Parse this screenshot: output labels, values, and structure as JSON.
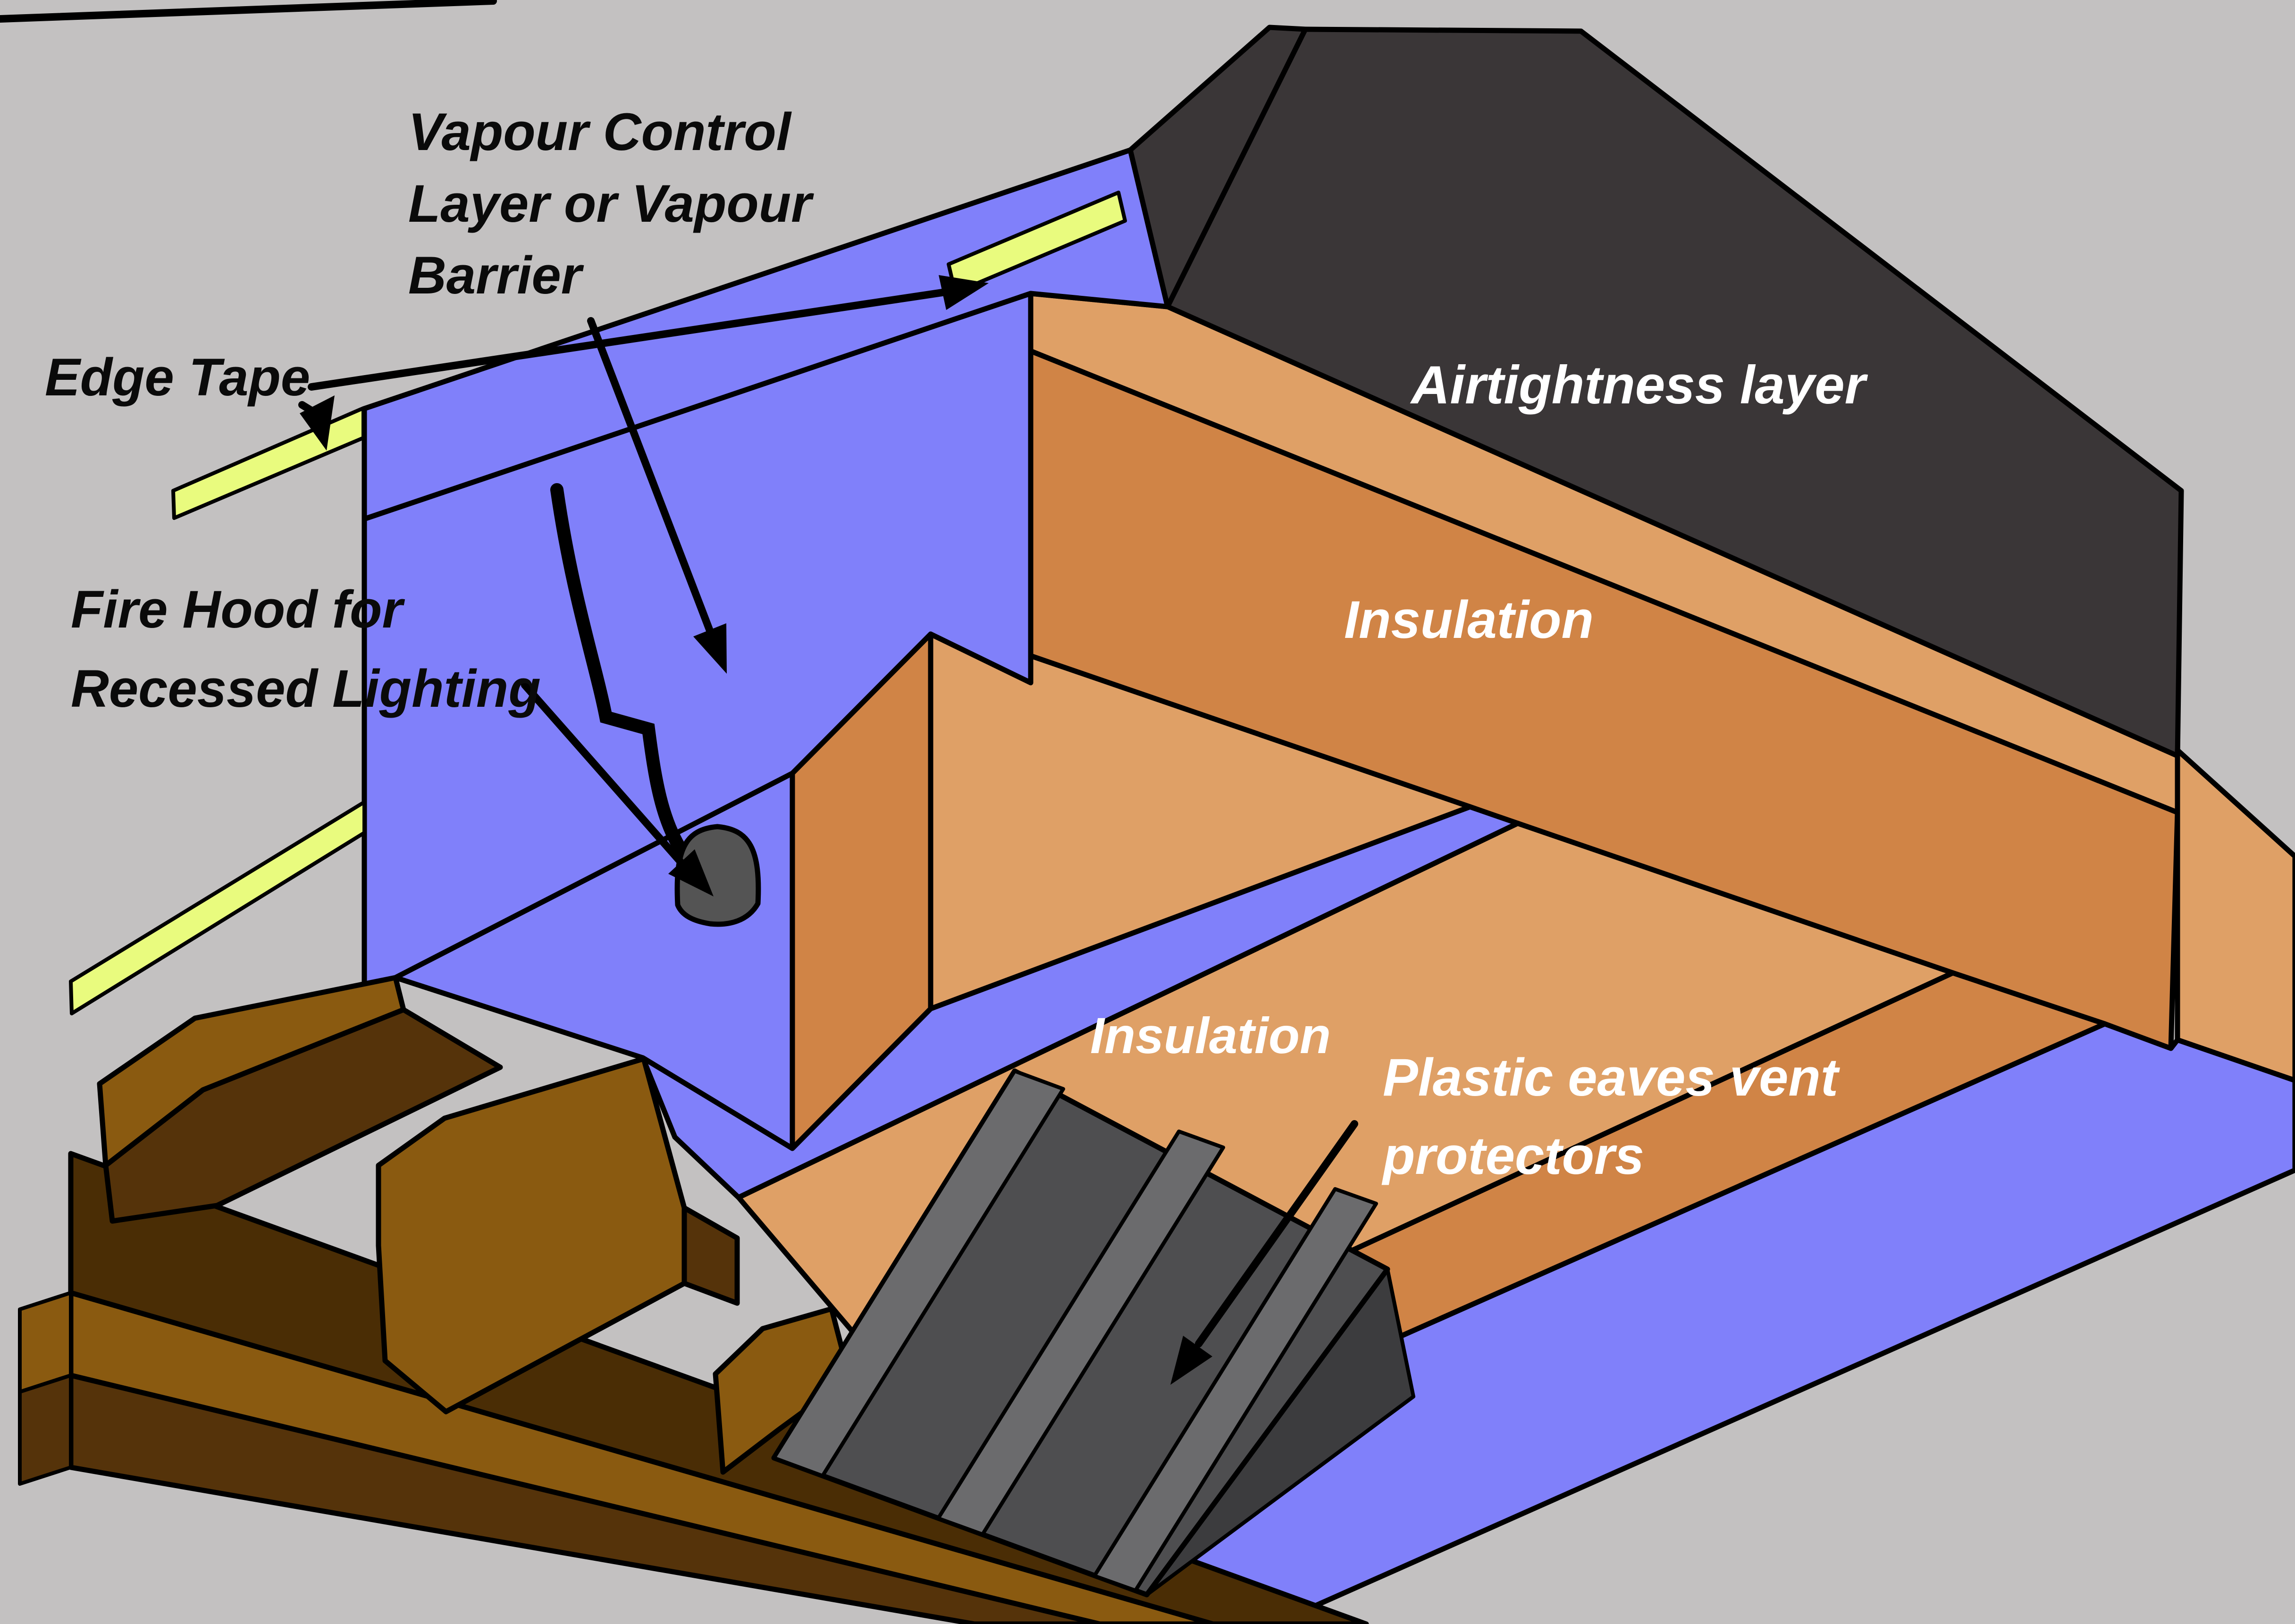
{
  "diagram": {
    "type": "isometric-construction-detail",
    "subject": "Loft eaves insulation and airtightness detail",
    "background_color": "#c3c1c1",
    "labels": {
      "vapour_control": {
        "line1": "Vapour Control",
        "line2": "Layer or Vapour",
        "line3": "Barrier"
      },
      "edge_tape": "Edge Tape",
      "fire_hood": {
        "line1": "Fire Hood for",
        "line2": "Recessed Lighting"
      },
      "airtightness": "Airtightness layer",
      "insulation_upper": "Insulation",
      "insulation_lower": "Insulation",
      "eaves_vent": {
        "line1": "Plastic eaves vent",
        "line2": "protectors"
      }
    },
    "colors": {
      "vapour_barrier_blue": "#8080fa",
      "edge_tape_yellow": "#e9fb7e",
      "airtightness_dark": "#3a3637",
      "insulation_top_light": "#dfa066",
      "insulation_side_mid": "#d08446",
      "timber_light": "#8a5a10",
      "timber_dark": "#55330a",
      "eaves_void_dark": "#4a2d05",
      "vent_protector_grey": "#4e4e50",
      "vent_protector_rib": "#6b6b6d",
      "vent_protector_flap": "#3c3c3e",
      "fire_hood_grey": "#545454",
      "outline": "#000000"
    }
  }
}
